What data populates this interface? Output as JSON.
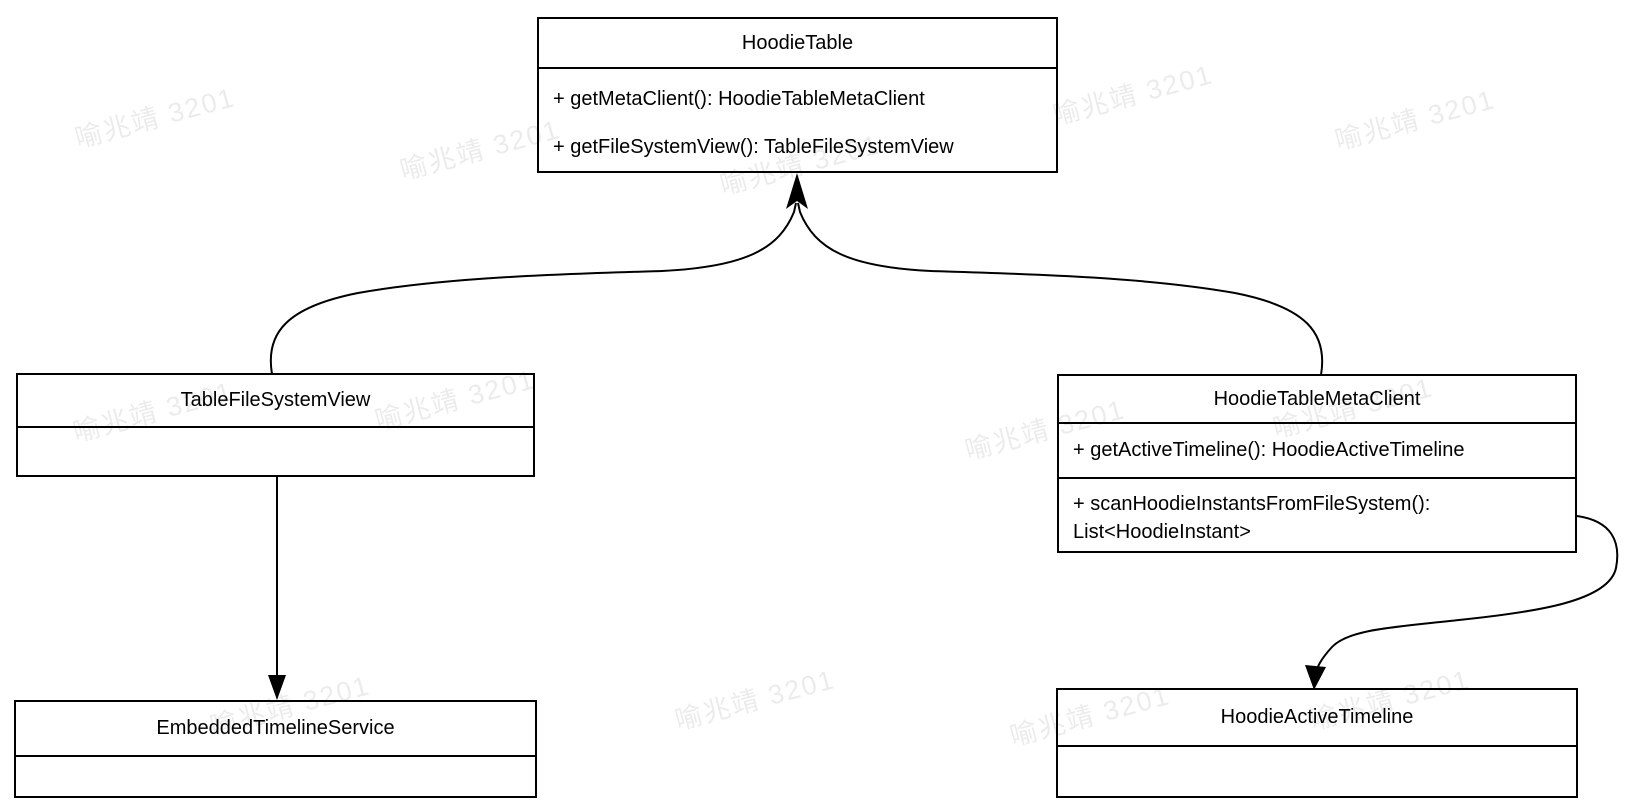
{
  "watermark": {
    "text": "喻兆靖 3201",
    "color": "rgba(0,0,0,0.08)"
  },
  "colors": {
    "stroke": "#000000",
    "background": "#ffffff",
    "text": "#000000"
  },
  "diagram": {
    "classes": [
      {
        "title": "HoodieTable",
        "methods": [
          "+ getMetaClient(): HoodieTableMetaClient",
          "+ getFileSystemView(): TableFileSystemView"
        ]
      },
      {
        "title": "TableFileSystemView",
        "methods": []
      },
      {
        "title": "HoodieTableMetaClient",
        "methods": [
          "+ getActiveTimeline(): HoodieActiveTimeline",
          "+ scanHoodieInstantsFromFileSystem(): List<HoodieInstant>"
        ]
      },
      {
        "title": "EmbeddedTimelineService",
        "methods": []
      },
      {
        "title": "HoodieActiveTimeline",
        "methods": []
      }
    ],
    "relations": [
      {
        "from": "TableFileSystemView",
        "to": "HoodieTable"
      },
      {
        "from": "HoodieTableMetaClient",
        "to": "HoodieTable"
      },
      {
        "from": "TableFileSystemView",
        "to": "EmbeddedTimelineService"
      },
      {
        "from": "HoodieTableMetaClient",
        "to": "HoodieActiveTimeline"
      }
    ]
  }
}
